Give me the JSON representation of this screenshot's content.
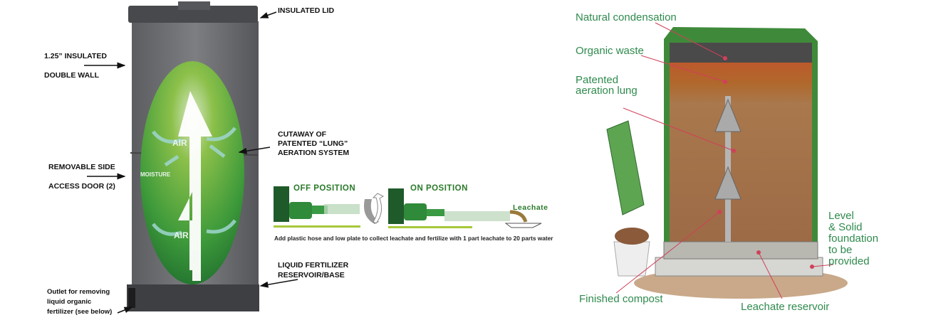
{
  "left_diagram": {
    "labels": {
      "insulated_lid": "INSULATED LID",
      "wall_line1": "1.25” INSULATED",
      "wall_line2": "DOUBLE WALL",
      "door_line1": "REMOVABLE SIDE",
      "door_line2": "ACCESS DOOR (2)",
      "cutaway_line1": "CUTAWAY OF",
      "cutaway_line2": "PATENTED “LUNG”",
      "cutaway_line3": "AERATION SYSTEM",
      "reservoir_line1": "LIQUID FERTILIZER",
      "reservoir_line2": "RESERVOIR/BASE",
      "outlet_line1": "Outlet for removing",
      "outlet_line2": "liquid organic",
      "outlet_line3": "fertilizer (see below)"
    },
    "inner": {
      "air_top": "AIR",
      "air_bottom": "AIR",
      "moisture": "MOISTURE"
    }
  },
  "valve_diagram": {
    "off_label": "OFF POSITION",
    "on_label": "ON POSITION",
    "leachate_label": "Leachate",
    "caption": "Add plastic hose and low  plate to collect leachate and fertilize with 1 part leachate to 20 parts water"
  },
  "right_diagram": {
    "labels": {
      "condensation": "Natural condensation",
      "organic_waste": "Organic waste",
      "lung_line1": "Patented",
      "lung_line2": "aeration lung",
      "finished_compost": "Finished compost",
      "leachate_reservoir": "Leachate reservoir",
      "foundation_line1": "Level",
      "foundation_line2": "& Solid",
      "foundation_line3": "foundation",
      "foundation_line4": "to be",
      "foundation_line5": "provided"
    }
  },
  "colors": {
    "label_green": "#2f8a4e",
    "leader_red": "#d0405a",
    "bin_gray": "#6e6f72"
  }
}
